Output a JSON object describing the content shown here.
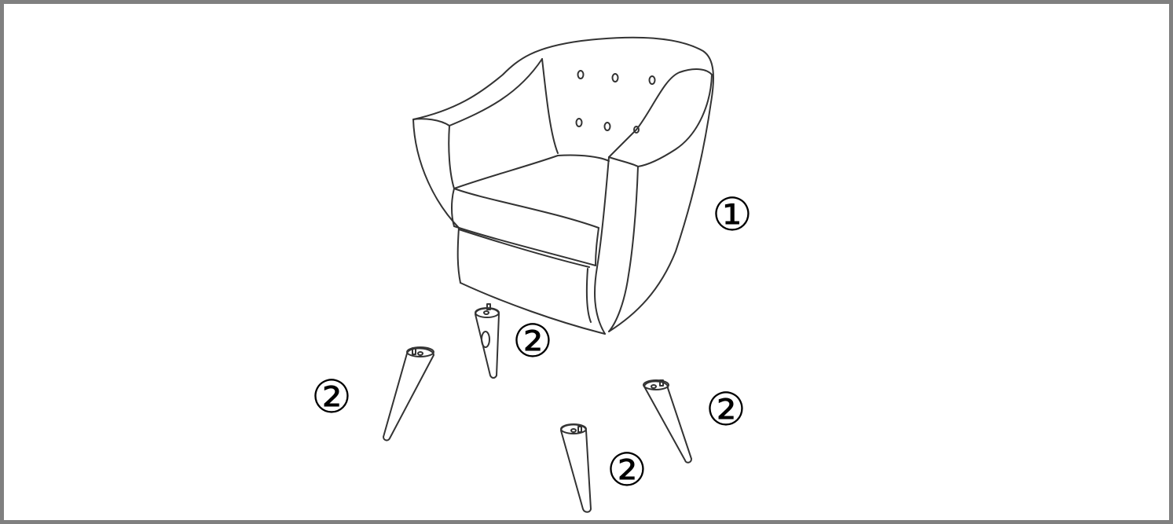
{
  "diagram": {
    "parts": [
      {
        "id": "armchair",
        "label": "①"
      },
      {
        "id": "leg",
        "label": "②"
      }
    ],
    "callouts": [
      {
        "part": "armchair",
        "text": "①"
      },
      {
        "part": "leg",
        "text": "②"
      },
      {
        "part": "leg",
        "text": "②"
      },
      {
        "part": "leg",
        "text": "②"
      },
      {
        "part": "leg",
        "text": "②"
      }
    ]
  },
  "colors": {
    "frame": "#808080",
    "line": "#333333",
    "background": "#ffffff"
  }
}
